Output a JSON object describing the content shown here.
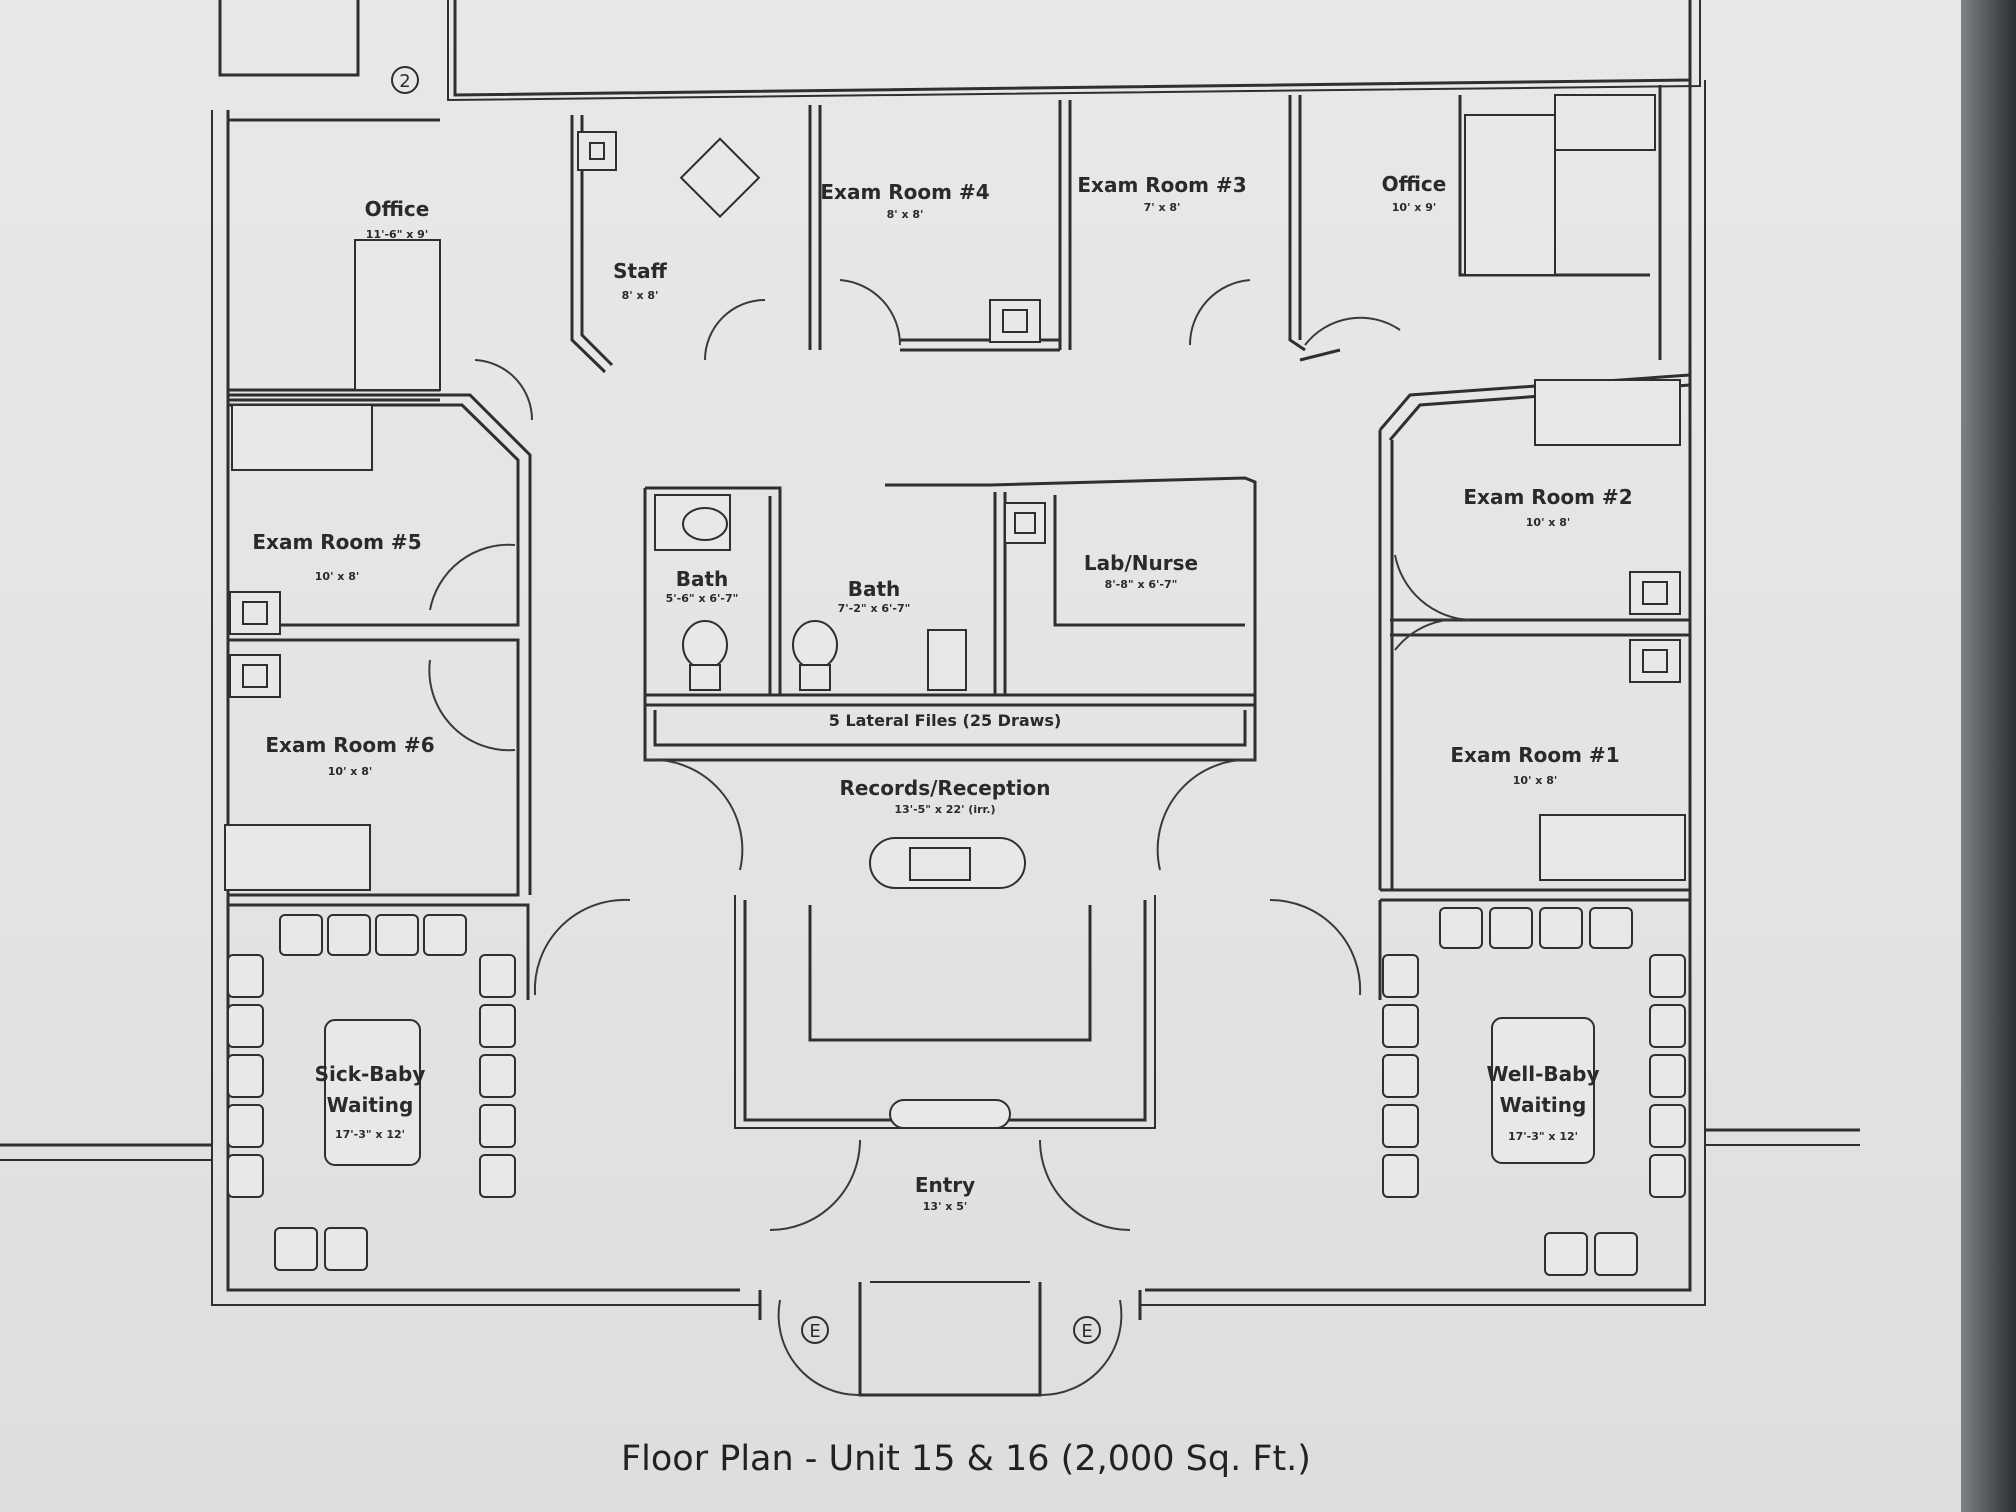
{
  "caption": "Floor Plan - Unit 15 & 16 (2,000 Sq. Ft.)",
  "rooms": {
    "office_left": {
      "name": "Office",
      "dims": "11'-6\" x 9'"
    },
    "staff": {
      "name": "Staff",
      "dims": "8' x 8'"
    },
    "exam4": {
      "name": "Exam Room #4",
      "dims": "8' x 8'"
    },
    "exam3": {
      "name": "Exam Room #3",
      "dims": "7' x 8'"
    },
    "office_right": {
      "name": "Office",
      "dims": "10' x 9'"
    },
    "exam5": {
      "name": "Exam Room #5",
      "dims": "10' x 8'"
    },
    "exam6": {
      "name": "Exam Room #6",
      "dims": "10' x 8'"
    },
    "exam2": {
      "name": "Exam Room #2",
      "dims": "10' x 8'"
    },
    "exam1": {
      "name": "Exam Room #1",
      "dims": "10' x 8'"
    },
    "bath1": {
      "name": "Bath",
      "dims": "5'-6\" x 6'-7\""
    },
    "bath2": {
      "name": "Bath",
      "dims": "7'-2\" x 6'-7\""
    },
    "lab": {
      "name": "Lab/Nurse",
      "dims": "8'-8\" x 6'-7\""
    },
    "files": {
      "name": "5 Lateral Files (25 Draws)"
    },
    "records": {
      "name": "Records/Reception",
      "dims": "13'-5\" x 22' (irr.)"
    },
    "sick": {
      "name": "Sick-Baby",
      "name2": "Waiting",
      "dims": "17'-3\" x 12'"
    },
    "well": {
      "name": "Well-Baby",
      "name2": "Waiting",
      "dims": "17'-3\" x 12'"
    },
    "entry": {
      "name": "Entry",
      "dims": "13' x 5'"
    }
  },
  "markers": {
    "stair": "2",
    "exit_left": "E",
    "exit_right": "E"
  }
}
